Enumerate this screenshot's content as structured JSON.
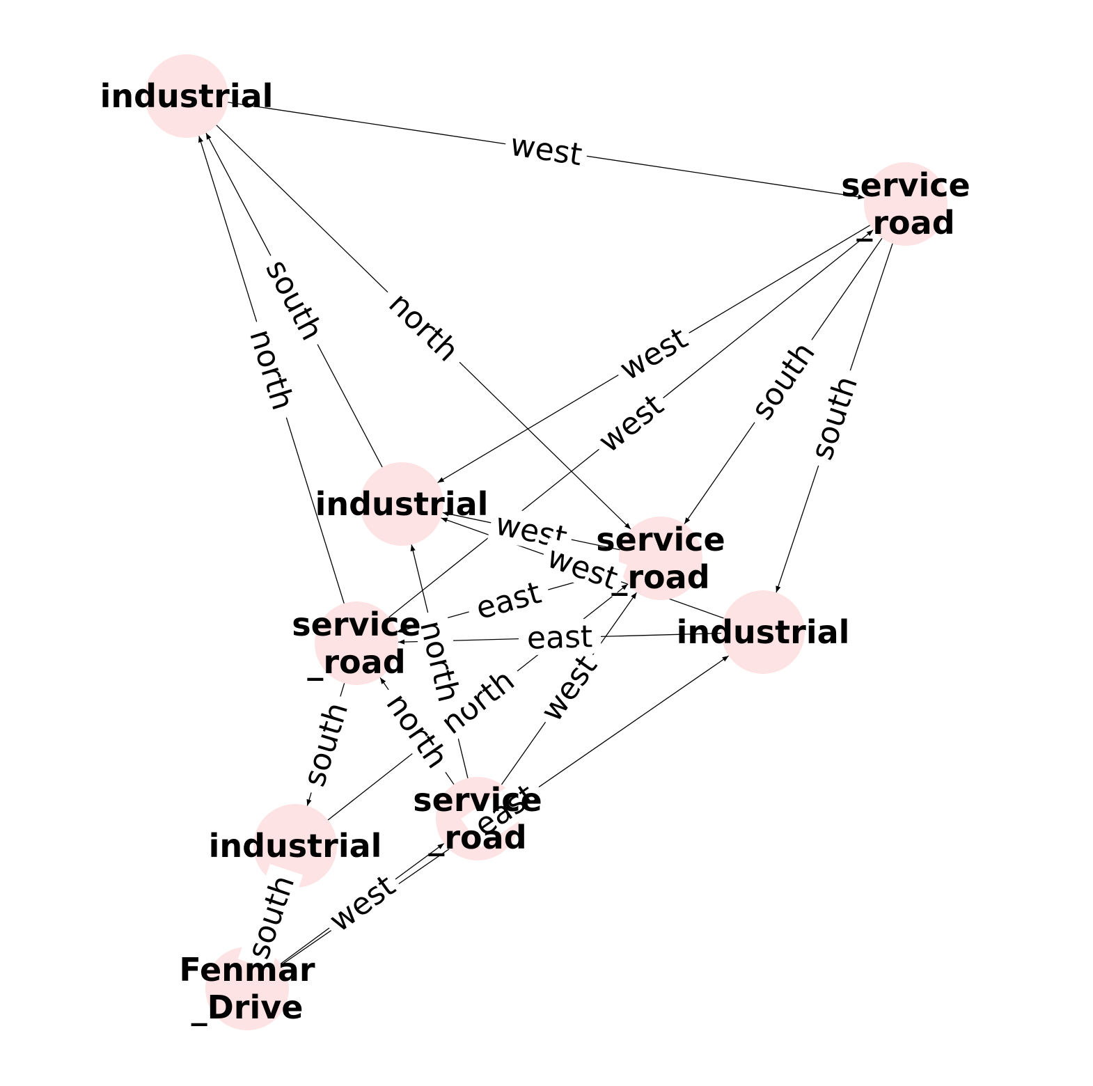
{
  "style": {
    "node_fill": "#fde3e3",
    "edge_color": "#000000",
    "background": "#ffffff"
  },
  "nodes": [
    {
      "id": "n0",
      "lines": [
        "industrial"
      ]
    },
    {
      "id": "n1",
      "lines": [
        "service",
        "_road"
      ]
    },
    {
      "id": "n2",
      "lines": [
        "industrial"
      ]
    },
    {
      "id": "n3",
      "lines": [
        "service",
        "_road"
      ]
    },
    {
      "id": "n4",
      "lines": [
        "industrial"
      ]
    },
    {
      "id": "n5",
      "lines": [
        "service",
        "_road"
      ]
    },
    {
      "id": "n6",
      "lines": [
        "service",
        "_road"
      ]
    },
    {
      "id": "n7",
      "lines": [
        "industrial"
      ]
    },
    {
      "id": "n8",
      "lines": [
        "Fenmar",
        "_Drive"
      ]
    }
  ],
  "edges": [
    {
      "from": "n0",
      "to": "n1",
      "label": "west"
    },
    {
      "from": "n2",
      "to": "n0",
      "label": "south"
    },
    {
      "from": "n5",
      "to": "n0",
      "label": "north"
    },
    {
      "from": "n0",
      "to": "n3",
      "label": "north"
    },
    {
      "from": "n1",
      "to": "n2",
      "label": "west"
    },
    {
      "from": "n5",
      "to": "n1",
      "label": "west"
    },
    {
      "from": "n1",
      "to": "n3",
      "label": "south"
    },
    {
      "from": "n1",
      "to": "n4",
      "label": "south"
    },
    {
      "from": "n3",
      "to": "n2",
      "label": "west"
    },
    {
      "from": "n4",
      "to": "n2",
      "label": "west"
    },
    {
      "from": "n3",
      "to": "n5",
      "label": "east"
    },
    {
      "from": "n4",
      "to": "n5",
      "label": "east"
    },
    {
      "from": "n6",
      "to": "n3",
      "label": "west"
    },
    {
      "from": "n7",
      "to": "n3",
      "label": "north"
    },
    {
      "from": "n8",
      "to": "n4",
      "label": "east"
    },
    {
      "from": "n6",
      "to": "n2",
      "label": "north"
    },
    {
      "from": "n5",
      "to": "n7",
      "label": "south"
    },
    {
      "from": "n6",
      "to": "n5",
      "label": "north"
    },
    {
      "from": "n8",
      "to": "n6",
      "label": "west"
    },
    {
      "from": "n7",
      "to": "n8",
      "label": "south"
    }
  ]
}
